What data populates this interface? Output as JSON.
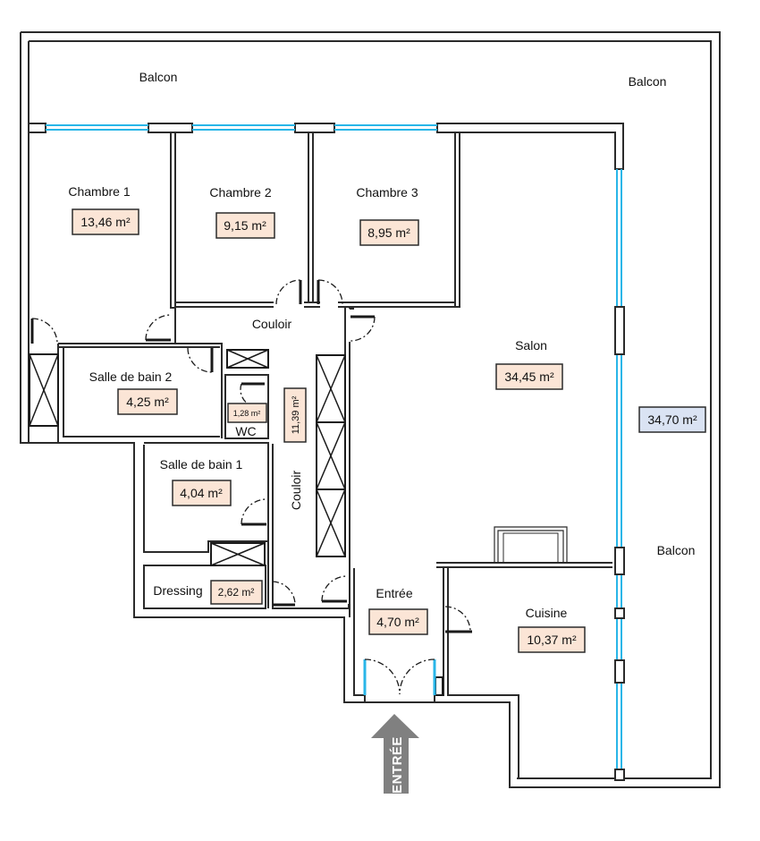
{
  "plan": {
    "colors": {
      "wall": "#2b2b2b",
      "glass": "#29b6e8",
      "area_fill": "#fbe5d6",
      "balcony_area_fill": "#dae3f3",
      "entry_arrow": "#808080"
    },
    "balconies": [
      {
        "id": "balcon-north",
        "label": "Balcon"
      },
      {
        "id": "balcon-northeast",
        "label": "Balcon"
      },
      {
        "id": "balcon-east",
        "label": "Balcon",
        "area": "34,70 m²"
      }
    ],
    "rooms": [
      {
        "id": "chambre-1",
        "label": "Chambre 1",
        "area": "13,46 m²"
      },
      {
        "id": "chambre-2",
        "label": "Chambre 2",
        "area": "9,15 m²"
      },
      {
        "id": "chambre-3",
        "label": "Chambre 3",
        "area": "8,95 m²"
      },
      {
        "id": "couloir",
        "label": "Couloir",
        "label_vertical": "Couloir",
        "area": "11,39 m²"
      },
      {
        "id": "salle-de-bain-2",
        "label": "Salle de bain 2",
        "area": "4,25 m²"
      },
      {
        "id": "wc",
        "label": "WC",
        "area": "1,28 m²"
      },
      {
        "id": "salle-de-bain-1",
        "label": "Salle de bain 1",
        "area": "4,04 m²"
      },
      {
        "id": "dressing",
        "label": "Dressing",
        "area": "2,62 m²"
      },
      {
        "id": "salon",
        "label": "Salon",
        "area": "34,45 m²"
      },
      {
        "id": "entree",
        "label": "Entrée",
        "area": "4,70 m²"
      },
      {
        "id": "cuisine",
        "label": "Cuisine",
        "area": "10,37 m²"
      }
    ],
    "entry_arrow": {
      "label": "ENTRÉE",
      "direction": "up"
    }
  }
}
